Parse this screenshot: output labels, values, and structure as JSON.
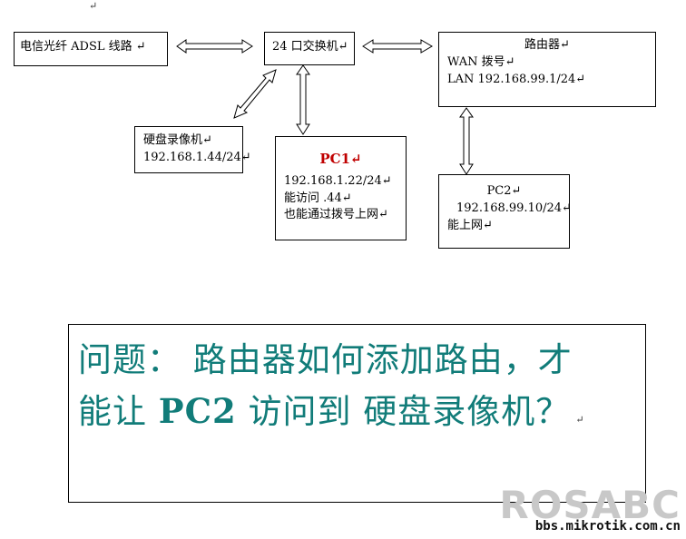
{
  "diagram": {
    "top_mark": "↵",
    "nodes": {
      "telecom": {
        "label": "电信光纤 ADSL 线路 ↵"
      },
      "switch": {
        "label": "24 口交换机↵"
      },
      "router": {
        "title": "路由器↵",
        "wan": "WAN  拨号↵",
        "lan": "LAN 192.168.99.1/24↵"
      },
      "dvr": {
        "title": "硬盘录像机↵",
        "ip": "192.168.1.44/24↵"
      },
      "pc1": {
        "title": "PC1↵",
        "ip": "192.168.1.22/24↵",
        "access": "能访问  .44↵",
        "dial": "也能通过拨号上网↵"
      },
      "pc2": {
        "title": "PC2↵",
        "ip": "192.168.99.10/24↵",
        "net": "能上网↵"
      }
    }
  },
  "question": {
    "line1": "问题：   路由器如何添加路由，才",
    "line2_pre": "能让 ",
    "line2_bold": "PC2",
    "line2_post": " 访问到  硬盘录像机？",
    "end_mark": "↵"
  },
  "watermark": {
    "brand": "ROSABC",
    "site": "bbs.mikrotik.com.cn"
  }
}
